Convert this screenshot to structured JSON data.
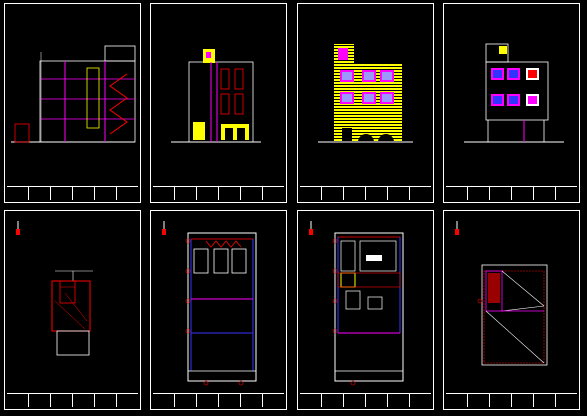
{
  "viewer": {
    "background": "#000000",
    "sheet_border_color": "#ffffff"
  },
  "sheets": [
    {
      "name": "elevation-section-left",
      "content": "section"
    },
    {
      "name": "elevation-section-side",
      "content": "side-elevation"
    },
    {
      "name": "front-elevation-yellow",
      "content": "front-elevation"
    },
    {
      "name": "rear-elevation",
      "content": "rear-elevation"
    },
    {
      "name": "site-plan",
      "content": "site-plan"
    },
    {
      "name": "floor-plan-parking",
      "content": "ground-plan"
    },
    {
      "name": "floor-plan-typical",
      "content": "typical-plan"
    },
    {
      "name": "roof-plan",
      "content": "roof-plan"
    }
  ],
  "colors": {
    "line": "#ffffff",
    "magenta": "#ff00ff",
    "red": "#ff0000",
    "yellow": "#ffff00",
    "blue": "#3333ff",
    "cyan": "#00ffff"
  }
}
